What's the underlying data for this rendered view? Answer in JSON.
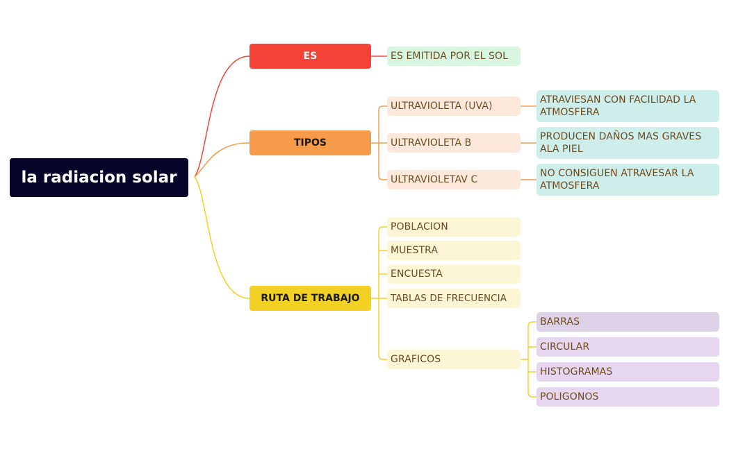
{
  "root": {
    "label": "la radiacion solar"
  },
  "branches": {
    "es": {
      "label": "ES",
      "color": "#f44336",
      "children": [
        "ES EMITIDA POR EL SOL"
      ]
    },
    "tipos": {
      "label": "TIPOS",
      "color": "#f59b4a",
      "children": [
        "ULTRAVIOLETA (UVA)",
        "ULTRAVIOLETA B",
        "ULTRAVIOLETAV C"
      ],
      "details": [
        "ATRAVIESAN CON FACILIDAD LA ATMOSFERA",
        "PRODUCEN DAÑOS MAS GRAVES ALA PIEL",
        "NO CONSIGUEN ATRAVESAR LA ATMOSFERA"
      ]
    },
    "ruta": {
      "label": "RUTA DE TRABAJO",
      "color": "#f2d024",
      "children": [
        "POBLACION",
        "MUESTRA",
        "ENCUESTA",
        "TABLAS DE FRECUENCIA",
        "GRAFICOS"
      ],
      "graficos": [
        "BARRAS",
        "CIRCULAR",
        "HISTOGRAMAS",
        "POLIGONOS"
      ]
    }
  },
  "colors": {
    "root_bg": "#05062a",
    "es_leaf_bg": "#d9f6e0",
    "tipos_leaf_bg": "#fde9dc",
    "tipos_detail_bg": "#cdeeea",
    "ruta_leaf_bg": "#fdf6d5",
    "graficos_leaf_bg": "#e6d6ef",
    "leaf_text": "#6b4a20"
  }
}
